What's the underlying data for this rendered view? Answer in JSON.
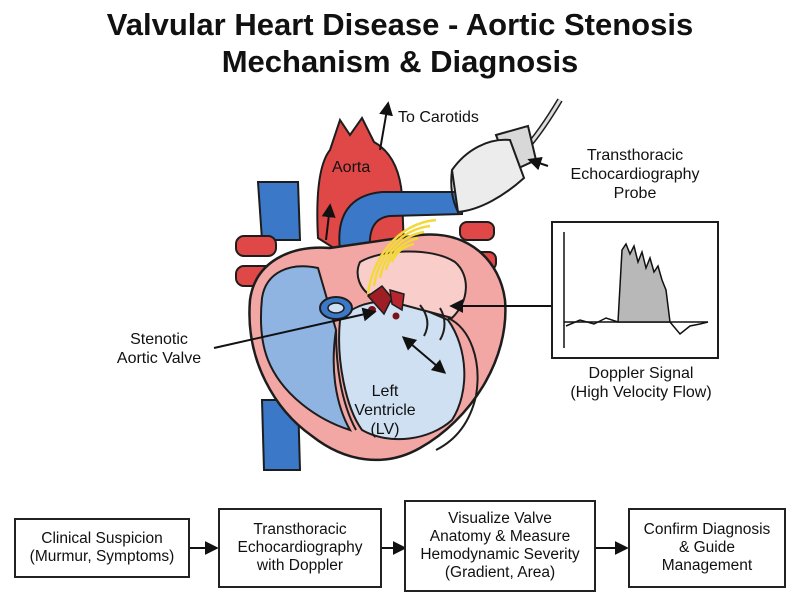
{
  "title": {
    "line1": "Valvular Heart Disease - Aortic Stenosis",
    "line2": "Mechanism & Diagnosis"
  },
  "labels": {
    "to_carotids": "To Carotids",
    "aorta": "Aorta",
    "probe": [
      "Transthoracic",
      "Echocardiography",
      "Probe"
    ],
    "stenotic_valve": [
      "Stenotic",
      "Aortic Valve"
    ],
    "left_ventricle": [
      "Left",
      "Ventricle",
      "(LV)"
    ],
    "doppler": [
      "Doppler Signal",
      "(High Velocity Flow)"
    ]
  },
  "flow": [
    {
      "lines": [
        "Clinical Suspicion",
        "(Murmur, Symptoms)"
      ]
    },
    {
      "lines": [
        "Transthoracic",
        "Echocardiography",
        "with Doppler"
      ]
    },
    {
      "lines": [
        "Visualize Valve",
        "Anatomy & Measure",
        "Hemodynamic Severity",
        "(Gradient, Area)"
      ]
    },
    {
      "lines": [
        "Confirm Diagnosis",
        "& Guide",
        "Management"
      ]
    }
  ],
  "colors": {
    "artery_red": "#e04848",
    "vein_blue": "#3b78c8",
    "myocardium": "#f2a7a4",
    "chamber_pink": "#f9cdc9",
    "lv_blue": "#cfe0f2",
    "ultrasound_yellow": "#f2d83a",
    "doppler_fill": "#b8b8b8"
  },
  "icons": [
    "probe-icon",
    "ultrasound-waves-icon",
    "doppler-waveform-icon"
  ]
}
